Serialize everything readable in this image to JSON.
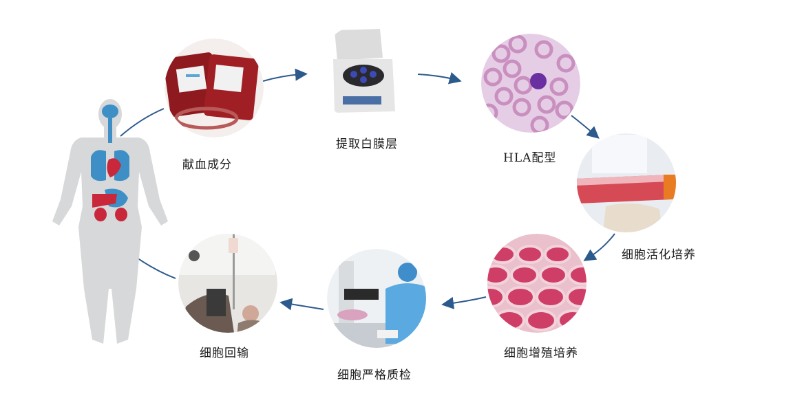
{
  "steps": [
    {
      "label": "献血成分"
    },
    {
      "label": "提取白膜层"
    },
    {
      "label": "HLA配型"
    },
    {
      "label": "细胞活化培养"
    },
    {
      "label": "细胞增殖培养"
    },
    {
      "label": "细胞严格质检"
    },
    {
      "label": "细胞回输"
    }
  ],
  "colors": {
    "arrow": "#2c5a8c",
    "body": "#d6d8da",
    "organ_blue": "#3d8fc6",
    "organ_red": "#c8283a"
  },
  "icons": {
    "human": "human-body-silhouette-icon",
    "blood_bag": "blood-bag-icon",
    "centrifuge": "centrifuge-icon",
    "blood_smear": "blood-smear-microscopy-icon",
    "culture_flask": "culture-flask-icon",
    "well_plate": "well-plate-icon",
    "lab_microscope": "lab-technician-microscope-icon",
    "infusion": "infusion-patient-icon"
  }
}
